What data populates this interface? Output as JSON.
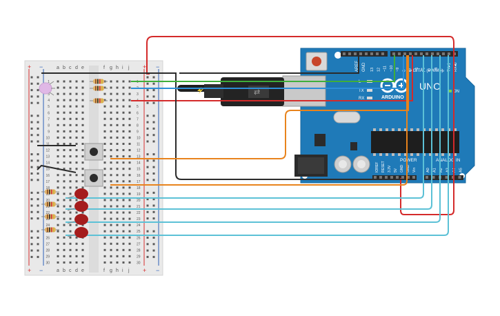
{
  "breadboard": {
    "columns_left": [
      "a",
      "b",
      "c",
      "d",
      "e"
    ],
    "columns_right": [
      "f",
      "g",
      "h",
      "i",
      "j"
    ],
    "row_numbers": [
      "1",
      "2",
      "3",
      "4",
      "5",
      "6",
      "7",
      "8",
      "9",
      "10",
      "11",
      "12",
      "13",
      "14",
      "15",
      "16",
      "17",
      "18",
      "19",
      "20",
      "21",
      "22",
      "23",
      "24",
      "25",
      "26",
      "27",
      "28",
      "29",
      "30"
    ],
    "rail_plus": "+",
    "rail_minus": "−"
  },
  "arduino": {
    "aref_label": "AREF",
    "gnd_label": "GND",
    "digital_pins": [
      "13",
      "12",
      "~11",
      "~10",
      "~9",
      "8",
      "7",
      "~6",
      "~5",
      "4",
      "~3",
      "2",
      "TX▸1",
      "RX◂0"
    ],
    "digital_label": "DIGITAL (PWM~)",
    "brand_label": "ARDUINO",
    "model_label": "UNO",
    "tx_label": "TX",
    "rx_label": "RX",
    "led_l_label": "L",
    "on_label": "ON",
    "power_label": "POWER",
    "analog_label": "ANALOG IN",
    "power_pins": [
      "IOREF",
      "RESET",
      "3.3V",
      "5V",
      "GND",
      "GND",
      "Vin"
    ],
    "analog_pins": [
      "A0",
      "A1",
      "A2",
      "A3",
      "A4",
      "A5"
    ]
  },
  "colors": {
    "board_bg": "#e9e9e9",
    "hole": "#5a5a5a",
    "rail_red": "#d62d2d",
    "rail_blue": "#2a5fb8",
    "arduino_blue": "#1f7ab8",
    "wire_red": "#d42a2a",
    "wire_black": "#2b2b2b",
    "wire_green": "#3fae3a",
    "wire_blue": "#2c8fd8",
    "wire_orange": "#e8831c",
    "wire_cyan": "#5cc1d6",
    "led_red": "#a51d1d",
    "resistor_body": "#e0b46a"
  }
}
